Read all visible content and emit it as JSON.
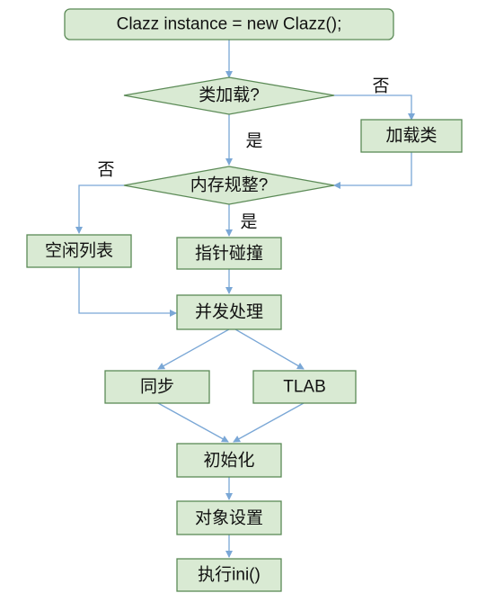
{
  "colors": {
    "node_fill": "#d9ead3",
    "node_stroke": "#5b8a56",
    "edge": "#7aa7d6",
    "text": "#111111"
  },
  "nodes": {
    "start": "Clazz instance = new Clazz();",
    "decision_class_loaded": "类加载?",
    "load_class": "加载类",
    "decision_memory_regular": "内存规整?",
    "free_list": "空闲列表",
    "pointer_bump": "指针碰撞",
    "concurrency": "并发处理",
    "sync": "同步",
    "tlab": "TLAB",
    "init": "初始化",
    "object_setup": "对象设置",
    "exec_init": "执行ini()"
  },
  "edge_labels": {
    "class_loaded_no": "否",
    "class_loaded_yes": "是",
    "memory_no": "否",
    "memory_yes": "是"
  }
}
